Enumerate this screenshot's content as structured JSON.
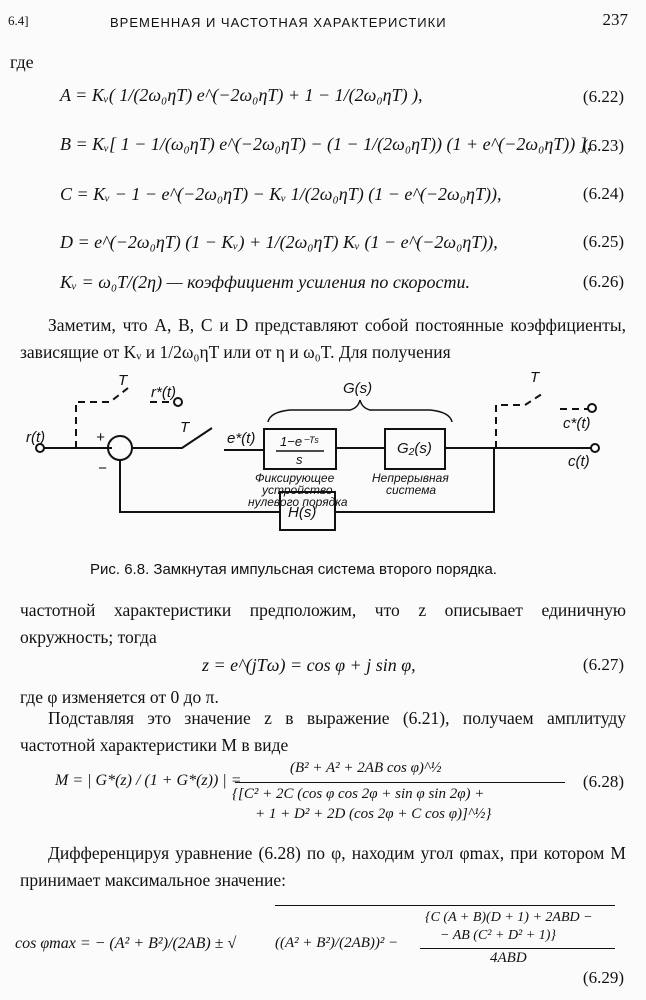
{
  "header": {
    "section": "6.4]",
    "title": "ВРЕМЕННАЯ И ЧАСТОТНАЯ ХАРАКТЕРИСТИКИ",
    "page": "237"
  },
  "intro_word": "где",
  "equations": [
    {
      "text": "A = Kᵥ( 1/(2ω₀ηT) e^(−2ω₀ηT) + 1 − 1/(2ω₀ηT) ),",
      "num": "(6.22)"
    },
    {
      "text": "B = Kᵥ[ 1 − 1/(ω₀ηT) e^(−2ω₀ηT) − (1 − 1/(2ω₀ηT)) (1 + e^(−2ω₀ηT)) ],",
      "num": "(6.23)"
    },
    {
      "text": "C = Kᵥ − 1 − e^(−2ω₀ηT) − Kᵥ 1/(2ω₀ηT) (1 − e^(−2ω₀ηT)),",
      "num": "(6.24)"
    },
    {
      "text": "D = e^(−2ω₀ηT) (1 − Kᵥ) + 1/(2ω₀ηT) Kᵥ (1 − e^(−2ω₀ηT)),",
      "num": "(6.25)"
    },
    {
      "text": "Kᵥ = ω₀T/(2η) — коэффициент усиления по скорости.",
      "num": "(6.26)"
    }
  ],
  "para1": "Заметим, что A, B, C и D представляют собой постоянные коэффициенты, зависящие от Kᵥ и 1/2ω₀ηT или от η и ω₀T. Для получения",
  "diagram": {
    "r_t": "r(t)",
    "r_star": "r*(t)",
    "T": "T",
    "plus": "+",
    "minus": "−",
    "e_star": "e*(t)",
    "G_s": "G(s)",
    "zoh_num": "1−e⁻ᵀˢ",
    "zoh_den": "s",
    "G2": "G₂(s)",
    "c_t": "c(t)",
    "c_star": "c*(t)",
    "H": "H(s)",
    "zoh_label": [
      "Фиксирующее",
      "устройство",
      "нулевого порядка"
    ],
    "cont_label": [
      "Непрерывная",
      "система"
    ]
  },
  "caption": "Рис. 6.8. Замкнутая импульсная система второго порядка.",
  "para2": "частотной характеристики предположим, что z описывает единичную окружность; тогда",
  "eq27": {
    "text": "z = e^(jTω) = cos φ + j sin φ,",
    "num": "(6.27)"
  },
  "para3": "где φ изменяется от 0 до π.",
  "para4": "Подставляя это значение z в выражение (6.21), получаем амплитуду частотной характеристики M в виде",
  "eq28": {
    "lhs": "M = | G*(z) / (1 + G*(z)) | =",
    "numer": "(B² + A² + 2AB cos φ)^½",
    "den1": "{[C² + 2C (cos φ cos 2φ + sin φ sin 2φ) +",
    "den2": "+ 1 + D² + 2D (cos 2φ + C cos φ)]^½}",
    "num": "(6.28)"
  },
  "para5": "Дифференцируя уравнение (6.28) по φ, находим угол φmax, при котором M принимает максимальное значение:",
  "eq29": {
    "lhs": "cos φmax = − (A² + B²)/(2AB) ± √",
    "inner1": "((A² + B²)/(2AB))² −",
    "num1": "{C (A + B)(D + 1) + 2ABD −",
    "num2": "− AB (C² + D² + 1)}",
    "den": "4ABD",
    "num": "(6.29)"
  }
}
